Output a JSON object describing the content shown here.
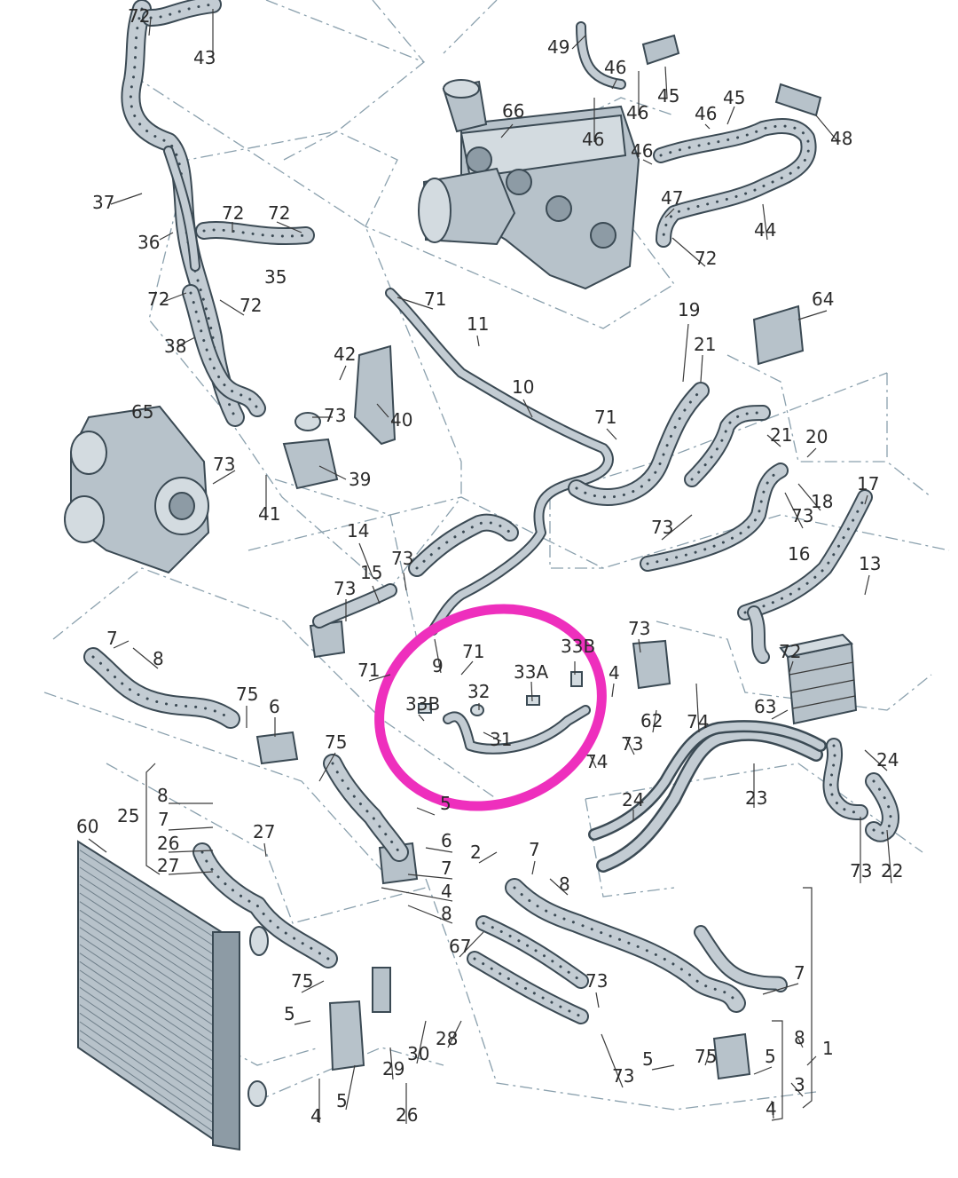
{
  "colors": {
    "highlight": "#ee2fbd",
    "hose_outline": "#3b4a54",
    "hose_fill": "#c3ccd3",
    "component_fill": "#b7c2ca",
    "dashed_group_line": "#8aa0ad"
  },
  "highlighted_callouts": [
    "71",
    "9",
    "33B",
    "33A",
    "33B",
    "32",
    "31"
  ],
  "callouts": {
    "c72a": "72",
    "c43": "43",
    "c37": "37",
    "c36": "36",
    "c72b": "72",
    "c72c": "72",
    "c35": "35",
    "c72d": "72",
    "c72e": "72",
    "c38": "38",
    "c65": "65",
    "c73a": "73",
    "c42": "42",
    "c73b": "73",
    "c40": "40",
    "c39": "39",
    "c41": "41",
    "c49": "49",
    "c46a": "46",
    "c45a": "45",
    "c46b": "46",
    "c46c": "46",
    "c66": "66",
    "c45b": "45",
    "c46d": "46",
    "c46e": "46",
    "c48": "48",
    "c47": "47",
    "c44": "44",
    "c72f": "72",
    "c71a": "71",
    "c11": "11",
    "c10": "10",
    "c19": "19",
    "c64": "64",
    "c21a": "21",
    "c71b": "71",
    "c21b": "21",
    "c20": "20",
    "c18": "18",
    "c17": "17",
    "c73c": "73",
    "c73d": "73",
    "c16": "16",
    "c13": "13",
    "c14": "14",
    "c15": "15",
    "c73e": "73",
    "c73f": "73",
    "c71c": "71",
    "c9": "9",
    "c71d": "71",
    "c33b1": "33B",
    "c33a": "33A",
    "c33b2": "33B",
    "c32": "32",
    "c31": "31",
    "c4a": "4",
    "c73g": "73",
    "c62": "62",
    "c74a": "74",
    "c74b": "74",
    "c73h": "73",
    "c72g": "72",
    "c63": "63",
    "c7a": "7",
    "c8a": "8",
    "c75a": "75",
    "c6a": "6",
    "c75b": "75",
    "c24a": "24",
    "c23": "23",
    "c24b": "24",
    "c73i": "73",
    "c22": "22",
    "c60": "60",
    "c25": "25",
    "c8b": "8",
    "c7b": "7",
    "c26a": "26",
    "c27a": "27",
    "c27b": "27",
    "c5a": "5",
    "c6b": "6",
    "c2": "2",
    "c7c": "7",
    "c7d": "7",
    "c4b": "4",
    "c8c": "8",
    "c8d": "8",
    "c67": "67",
    "c73j": "73",
    "c73k": "73",
    "c7e": "7",
    "c8e": "8",
    "c1": "1",
    "c75c": "75",
    "c5b": "5",
    "c28": "28",
    "c30": "30",
    "c29": "29",
    "c4c": "4",
    "c5c": "5",
    "c26b": "26",
    "c5d": "5",
    "c75d": "75",
    "c5e": "5",
    "c3": "3",
    "c4d": "4"
  }
}
